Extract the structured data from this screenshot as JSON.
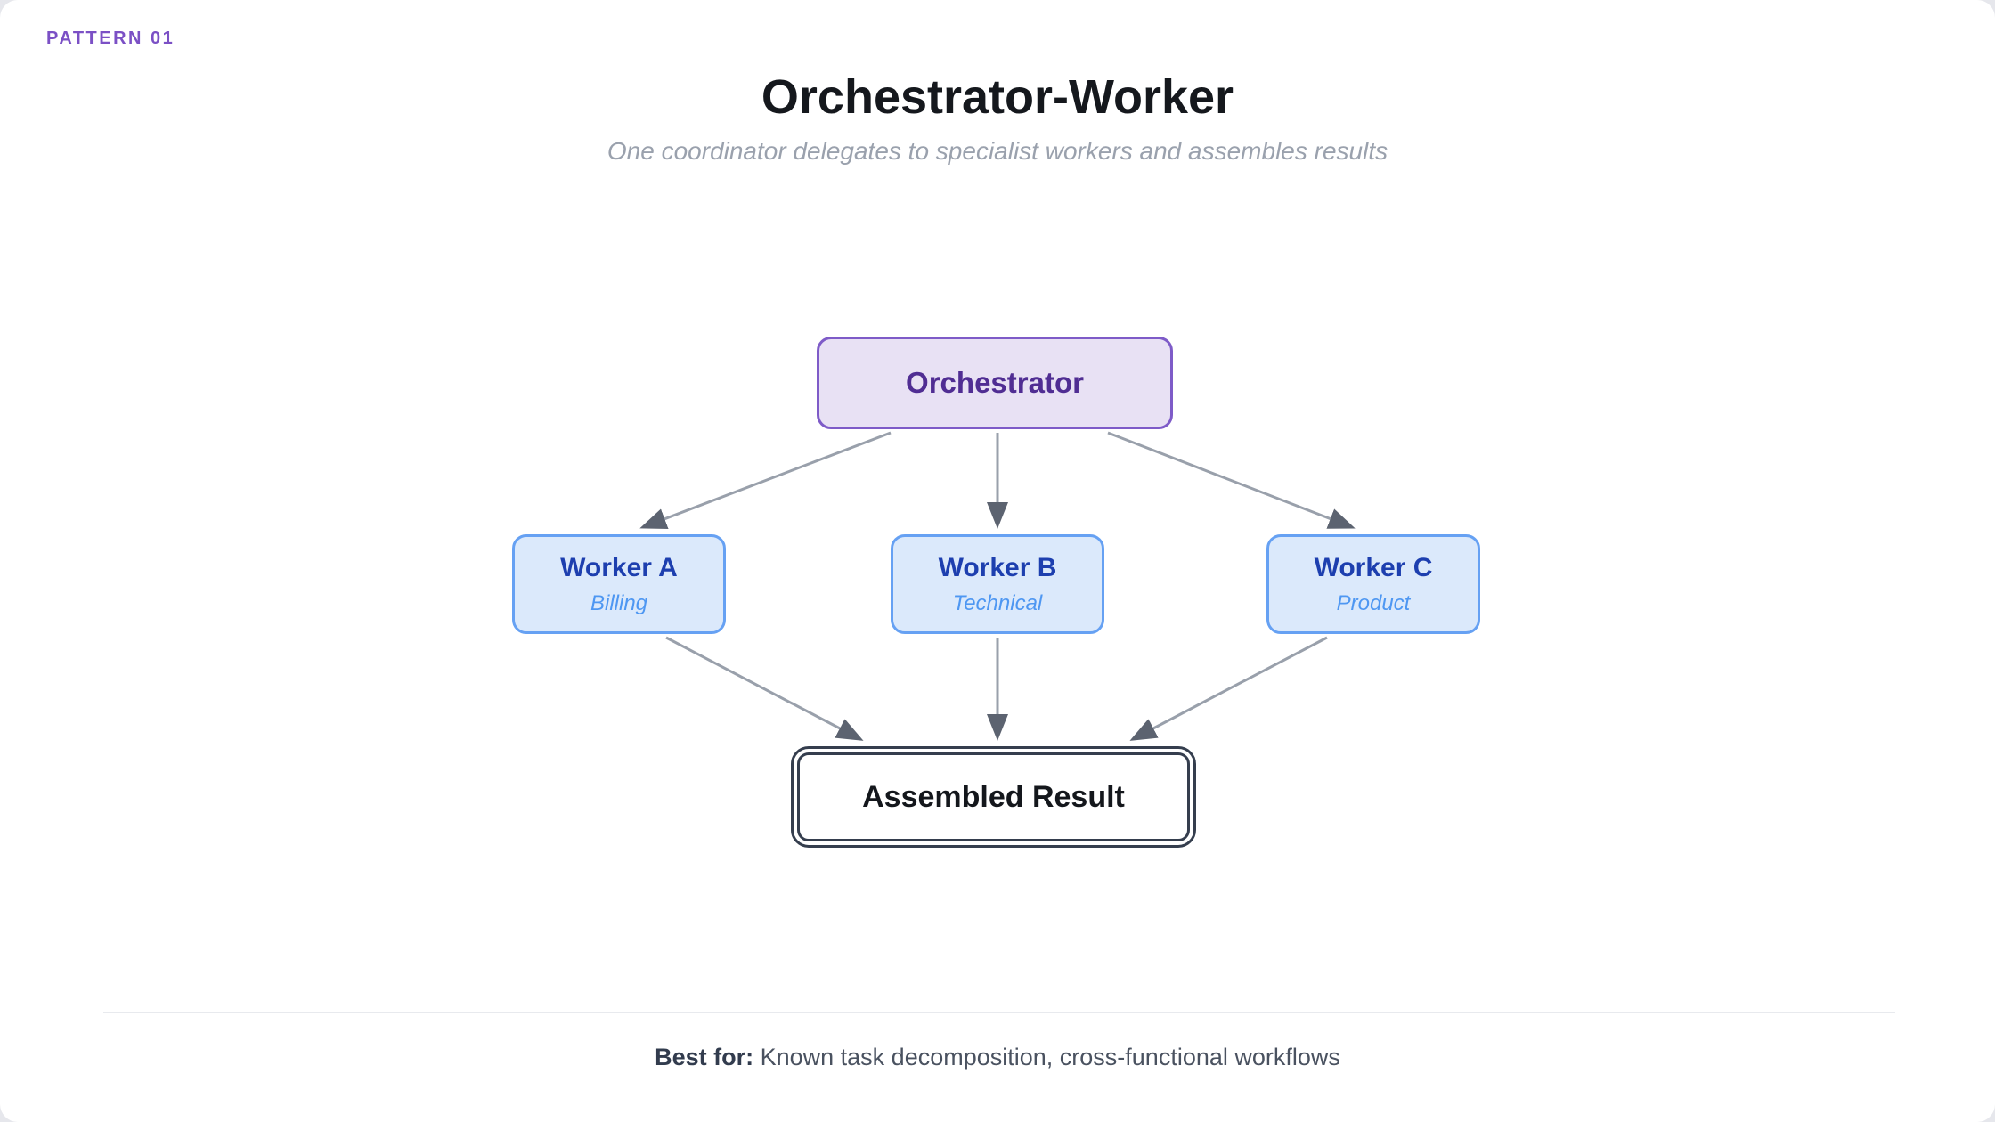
{
  "page": {
    "pattern_label": "PATTERN 01",
    "title": "Orchestrator-Worker",
    "subtitle": "One coordinator delegates to specialist workers and assembles results"
  },
  "diagram": {
    "orchestrator": {
      "label": "Orchestrator"
    },
    "workers": [
      {
        "label": "Worker A",
        "sublabel": "Billing"
      },
      {
        "label": "Worker B",
        "sublabel": "Technical"
      },
      {
        "label": "Worker C",
        "sublabel": "Product"
      }
    ],
    "result": {
      "label": "Assembled Result"
    },
    "edges": [
      "orchestrator->worker-a",
      "orchestrator->worker-b",
      "orchestrator->worker-c",
      "worker-a->result",
      "worker-b->result",
      "worker-c->result"
    ]
  },
  "footer": {
    "label": "Best for:",
    "text": " Known task decomposition, cross-functional workflows"
  },
  "colors": {
    "accent_purple_border": "#7e5bc8",
    "accent_purple_fill": "#e8e1f4",
    "accent_purple_text": "#502d93",
    "pattern_label_purple": "#7b50c5",
    "worker_blue_border": "#66a1f3",
    "worker_blue_fill": "#dbe9fb",
    "worker_blue_text": "#1d3faf",
    "worker_blue_subtext": "#4e97f2",
    "result_border_dark": "#353e4e",
    "arrow_line_gray": "#99a0ab",
    "arrow_head_gray": "#5c6370",
    "subtitle_gray": "#9aa1ad",
    "footer_text_gray": "#4a5260"
  }
}
